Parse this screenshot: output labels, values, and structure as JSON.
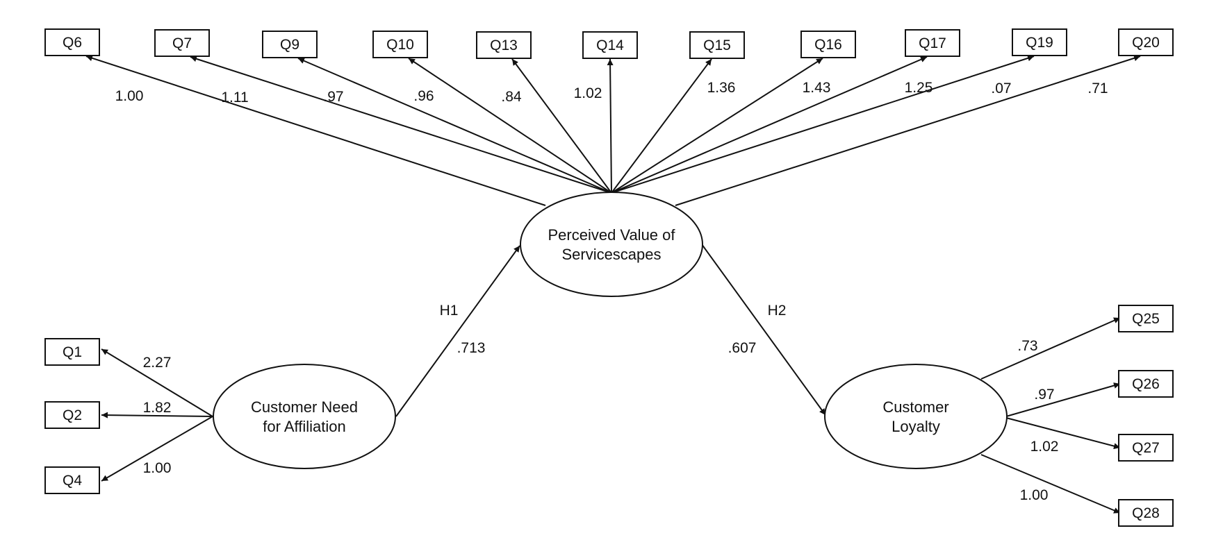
{
  "latent": {
    "pvs": [
      "Perceived Value of",
      "Servicescapes"
    ],
    "cna": [
      "Customer Need",
      "for Affiliation"
    ],
    "cl": [
      "Customer",
      "Loyalty"
    ]
  },
  "indicators_top": [
    {
      "name": "Q6",
      "loading": "1.00"
    },
    {
      "name": "Q7",
      "loading": "1.11"
    },
    {
      "name": "Q9",
      "loading": ".97"
    },
    {
      "name": "Q10",
      "loading": ".96"
    },
    {
      "name": "Q13",
      "loading": ".84"
    },
    {
      "name": "Q14",
      "loading": "1.02"
    },
    {
      "name": "Q15",
      "loading": "1.36"
    },
    {
      "name": "Q16",
      "loading": "1.43"
    },
    {
      "name": "Q17",
      "loading": "1.25"
    },
    {
      "name": "Q19",
      "loading": ".07"
    },
    {
      "name": "Q20",
      "loading": ".71"
    }
  ],
  "indicators_left": [
    {
      "name": "Q1",
      "loading": "2.27"
    },
    {
      "name": "Q2",
      "loading": "1.82"
    },
    {
      "name": "Q4",
      "loading": "1.00"
    }
  ],
  "indicators_right": [
    {
      "name": "Q25",
      "loading": ".73"
    },
    {
      "name": "Q26",
      "loading": ".97"
    },
    {
      "name": "Q27",
      "loading": "1.02"
    },
    {
      "name": "Q28",
      "loading": "1.00"
    }
  ],
  "paths": {
    "h1": {
      "label": "H1",
      "coef": ".713"
    },
    "h2": {
      "label": "H2",
      "coef": ".607"
    }
  }
}
